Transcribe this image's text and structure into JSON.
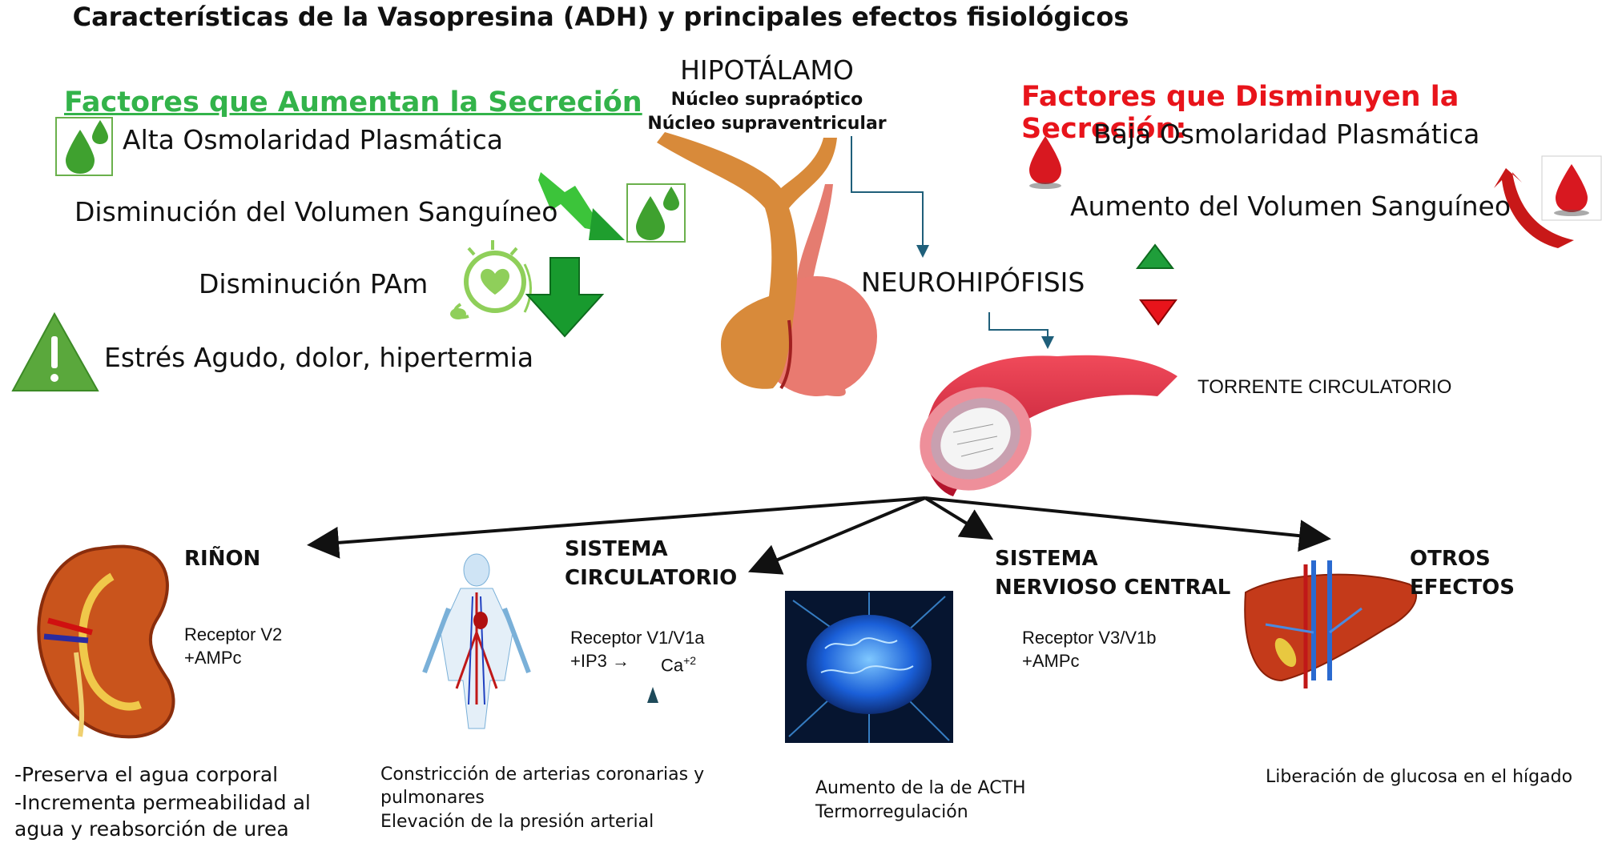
{
  "title": "Características de la Vasopresina (ADH) y principales efectos fisiológicos",
  "hypothalamus": {
    "label": "HIPOTÁLAMO",
    "nucleus_1": "Núcleo supraóptico",
    "nucleus_2": "Núcleo supraventricular"
  },
  "neurohypophysis": "NEUROHIPÓFISIS",
  "bloodstream": "TORRENTE CIRCULATORIO",
  "increase": {
    "header": "Factores que Aumentan la Secreción",
    "items": [
      "Alta Osmolaridad Plasmática",
      "Disminución del Volumen Sanguíneo",
      "Disminución PAm",
      "Estrés Agudo, dolor, hipertermia"
    ]
  },
  "decrease": {
    "header": "Factores que Disminuyen la Secreción:",
    "items": [
      "Baja Osmolaridad Plasmática",
      "Aumento del Volumen Sanguíneo"
    ]
  },
  "targets": {
    "kidney": {
      "title": "RIÑON",
      "receptor_1": "Receptor V2",
      "receptor_2": "+AMPc",
      "effect_1": "-Preserva el agua corporal",
      "effect_2": "-Incrementa permeabilidad al",
      "effect_3": "agua y reabsorción de urea"
    },
    "circulatory": {
      "title_1": "SISTEMA",
      "title_2": "CIRCULATORIO",
      "receptor_1": "Receptor V1/V1a",
      "receptor_2": "+IP3 →",
      "ion": "Ca",
      "ion_sup": "+2",
      "effect_1": "Constricción de arterias coronarias y",
      "effect_2": "pulmonares",
      "effect_3": "Elevación de la presión arterial"
    },
    "cns": {
      "title_1": "SISTEMA",
      "title_2": "NERVIOSO CENTRAL",
      "receptor_1": "Receptor V3/V1b",
      "receptor_2": "+AMPc",
      "effect_1": "Aumento de la de ACTH",
      "effect_2": "Termorregulación"
    },
    "other": {
      "title_1": "OTROS",
      "title_2": "EFECTOS",
      "effect_1": "Liberación de glucosa en el hígado"
    }
  },
  "colors": {
    "green": "#33b34a",
    "red": "#e8141b",
    "dark_green": "#1f8f2e",
    "teal": "#1f5f7a"
  },
  "icons": [
    "water-drop-icon",
    "lightning-arrow-icon",
    "blood-pressure-monitor-icon",
    "down-arrow-icon",
    "warning-icon",
    "blood-drop-icon",
    "curved-up-arrow-icon",
    "triangle-up-icon",
    "triangle-down-icon",
    "kidney-icon",
    "circulatory-system-icon",
    "brain-icon",
    "liver-icon",
    "pituitary-icon",
    "blood-vessel-icon"
  ]
}
